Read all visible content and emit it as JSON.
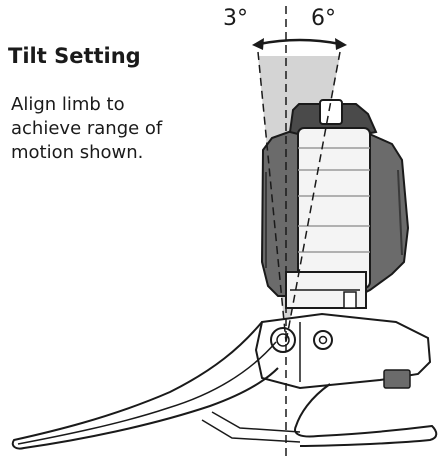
{
  "heading": "Tilt Setting",
  "instruction_lines": [
    "Align limb to",
    "achieve range of",
    "motion shown."
  ],
  "angles": {
    "left": "3°",
    "right": "6°"
  },
  "colors": {
    "ink": "#1a1a1a",
    "body_dark": "#6b6b6b",
    "body_light": "#f4f4f4",
    "wedge": "#cfcfcf"
  }
}
